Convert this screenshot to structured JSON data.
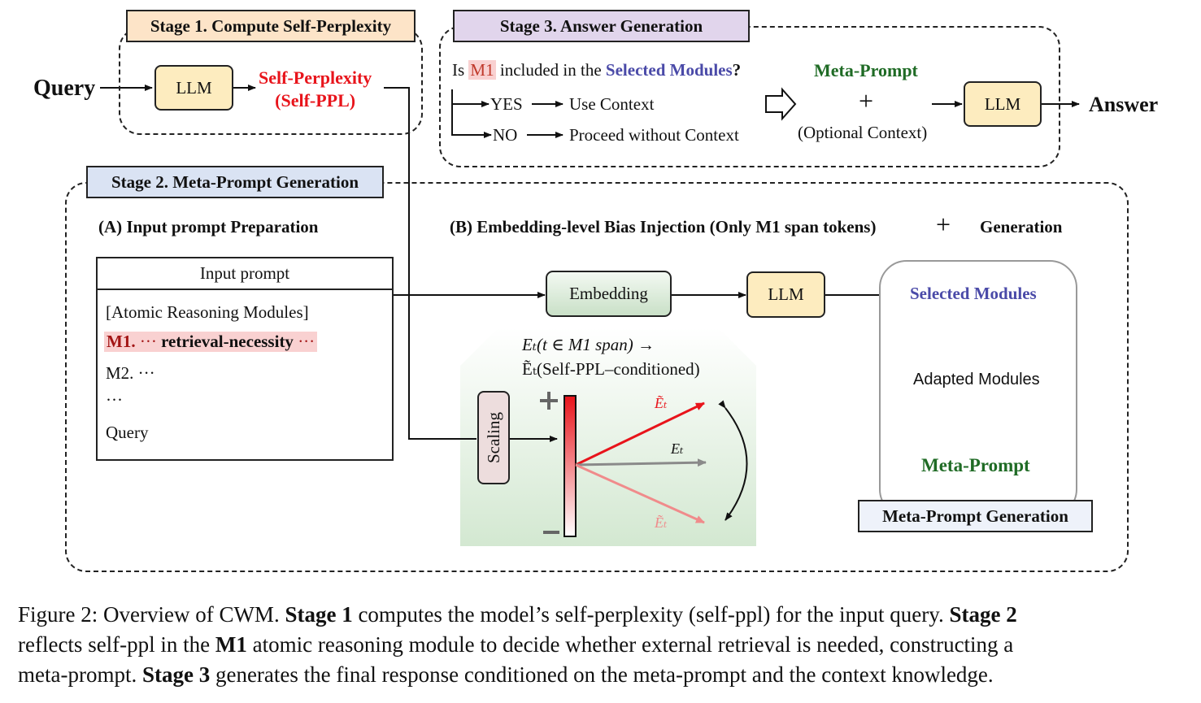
{
  "stage1": {
    "title": "Stage 1. Compute Self-Perplexity",
    "query": "Query",
    "llm": "LLM",
    "ppl_line1": "Self-Perplexity",
    "ppl_line2": "(Self-PPL)"
  },
  "stage3": {
    "title": "Stage 3. Answer Generation",
    "q_pre": "Is ",
    "q_m1": "M1",
    "q_mid": " included in the ",
    "q_sel": "Selected Modules",
    "q_end": "?",
    "yes": "YES",
    "use_context": "Use Context",
    "no": "NO",
    "proceed": "Proceed without Context",
    "meta_prompt": "Meta-Prompt",
    "plus": "+",
    "optional": "(Optional Context)",
    "llm": "LLM",
    "answer": "Answer"
  },
  "stage2": {
    "title": "Stage 2. Meta-Prompt Generation",
    "sub_a": "(A) Input prompt Preparation",
    "sub_b": "(B) Embedding-level Bias Injection (Only M1 span tokens)",
    "plus": "+",
    "generation": "Generation",
    "input_prompt": {
      "header": "Input prompt",
      "line1": "[Atomic Reasoning Modules]",
      "m1_a": "M1.",
      "m1_b": " ··· ",
      "m1_c": "retrieval-necessity",
      "m1_d": " ···",
      "m2": "M2. ···",
      "dots": "···",
      "query": "Query"
    },
    "embedding": "Embedding",
    "llm": "LLM",
    "formula1": "Eₜ(t ∈ M1 span) →",
    "formula2": "Ẽₜ(Self-PPL–conditioned)",
    "scaling": "Scaling",
    "plus_sign": "+",
    "minus_sign": "−",
    "vec_up": "Ẽₜ",
    "vec_mid": "Eₜ",
    "vec_down": "Ẽₜ",
    "selected": "Selected Modules",
    "adapted": "Adapted Modules",
    "meta_prompt": "Meta-Prompt",
    "meta_gen": "Meta-Prompt Generation"
  },
  "caption": {
    "l1a": "Figure 2: Overview of CWM. ",
    "l1b": "Stage 1",
    "l1c": " computes the model’s self-perplexity (self-ppl) for the input query. ",
    "l1d": "Stage 2",
    "l2a": "reflects self-ppl in the ",
    "l2b": "M1",
    "l2c": " atomic reasoning module to decide whether external retrieval is needed, constructing a",
    "l3a": "meta-prompt. ",
    "l3b": "Stage 3",
    "l3c": " generates the final response conditioned on the meta-prompt and the context knowledge."
  },
  "colors": {
    "llm_fill": "#fdecbf",
    "stage1_fill": "#fde4c8",
    "stage2_fill": "#dae3f3",
    "stage3_fill": "#e1d5ec",
    "self_ppl": "#e8141b",
    "selected": "#4a4aa8",
    "meta_prompt": "#1f6b25",
    "m1_highlight": "#f9d1d1",
    "embedding_fill": "#dcecdc"
  }
}
